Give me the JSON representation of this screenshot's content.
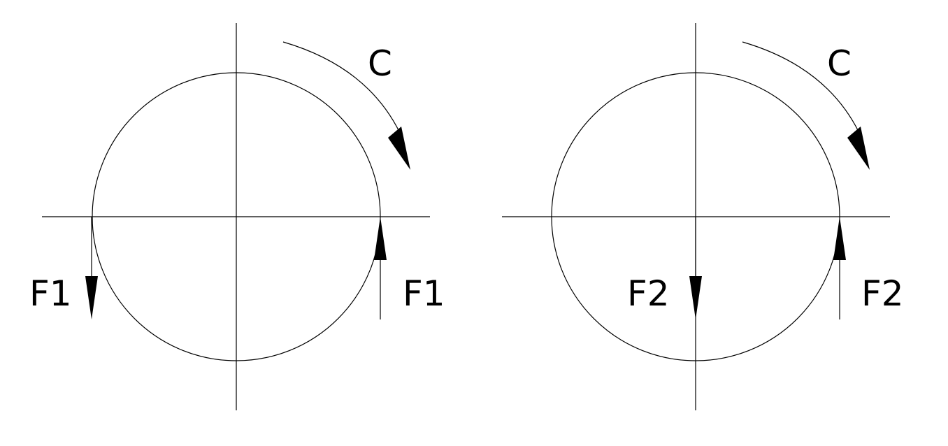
{
  "figure": {
    "left_panel": {
      "rotation_label": "C",
      "left_force_label": "F1",
      "right_force_label": "F1",
      "left_force_direction": "down",
      "right_force_direction": "up"
    },
    "right_panel": {
      "rotation_label": "C",
      "left_force_label": "F2",
      "right_force_label": "F2",
      "left_force_direction": "down",
      "right_force_direction": "up"
    },
    "colors": {
      "stroke": "#000000",
      "background": "#ffffff"
    }
  }
}
